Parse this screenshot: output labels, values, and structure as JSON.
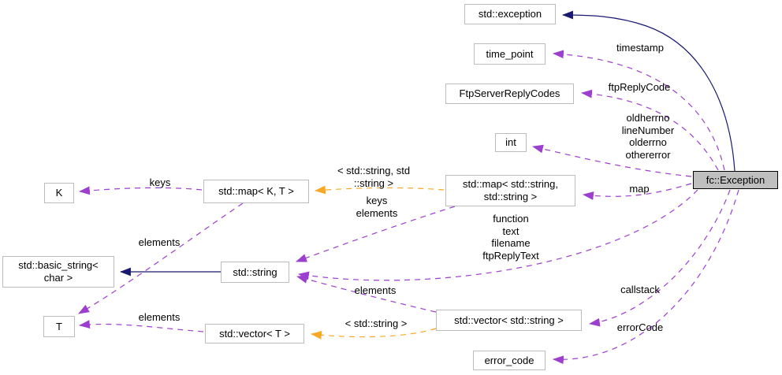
{
  "diagram": {
    "kind": "collaboration-graph",
    "focus_node": "fc::Exception",
    "colors": {
      "inheritance": "#191970",
      "usage": "#9c3fcf",
      "template": "#f9a825",
      "node_bg": "#ffffff",
      "node_border": "#bcbcbc",
      "focus_bg": "#bfbfbf",
      "focus_border": "#000000"
    },
    "nodes": {
      "std_exception": {
        "label": "std::exception"
      },
      "time_point": {
        "label": "time_point"
      },
      "ftp_server_reply_codes": {
        "label": "FtpServerReplyCodes"
      },
      "int": {
        "label": "int"
      },
      "map_string_string": {
        "label": "std::map< std::string,\nstd::string >"
      },
      "fc_exception": {
        "label": "fc::Exception"
      },
      "k": {
        "label": "K"
      },
      "map_k_t": {
        "label": "std::map< K, T >"
      },
      "basic_string_char": {
        "label": "std::basic_string<\nchar >"
      },
      "std_string": {
        "label": "std::string"
      },
      "t": {
        "label": "T"
      },
      "vector_t": {
        "label": "std::vector< T >"
      },
      "vector_string": {
        "label": "std::vector< std::string >"
      },
      "error_code": {
        "label": "error_code"
      }
    },
    "edges": [
      {
        "from": "fc::Exception",
        "to": "std::exception",
        "kind": "inheritance",
        "label": ""
      },
      {
        "from": "fc::Exception",
        "to": "time_point",
        "kind": "usage",
        "label": "timestamp"
      },
      {
        "from": "fc::Exception",
        "to": "FtpServerReplyCodes",
        "kind": "usage",
        "label": "ftpReplyCode"
      },
      {
        "from": "fc::Exception",
        "to": "int",
        "kind": "usage",
        "label": "oldherrno\nlineNumber\nolderrno\nothererror"
      },
      {
        "from": "fc::Exception",
        "to": "std::map< std::string, std::string >",
        "kind": "usage",
        "label": "map"
      },
      {
        "from": "fc::Exception",
        "to": "std::string",
        "kind": "usage",
        "label": "function\ntext\nfilename\nftpReplyText"
      },
      {
        "from": "fc::Exception",
        "to": "std::vector< std::string >",
        "kind": "usage",
        "label": "callstack"
      },
      {
        "from": "fc::Exception",
        "to": "error_code",
        "kind": "usage",
        "label": "errorCode"
      },
      {
        "from": "std::map< std::string, std::string >",
        "to": "std::map< K, T >",
        "kind": "template",
        "label": "< std::string, std\n::string >"
      },
      {
        "from": "std::map< std::string, std::string >",
        "to": "std::string",
        "kind": "usage",
        "label": "keys\nelements"
      },
      {
        "from": "std::map< K, T >",
        "to": "K",
        "kind": "usage",
        "label": "keys"
      },
      {
        "from": "std::map< K, T >",
        "to": "T",
        "kind": "usage",
        "label": "elements"
      },
      {
        "from": "std::string",
        "to": "std::basic_string< char >",
        "kind": "inheritance",
        "label": ""
      },
      {
        "from": "std::vector< std::string >",
        "to": "std::string",
        "kind": "usage",
        "label": "elements"
      },
      {
        "from": "std::vector< std::string >",
        "to": "std::vector< T >",
        "kind": "template",
        "label": "< std::string >"
      },
      {
        "from": "std::vector< T >",
        "to": "T",
        "kind": "usage",
        "label": "elements"
      }
    ]
  }
}
